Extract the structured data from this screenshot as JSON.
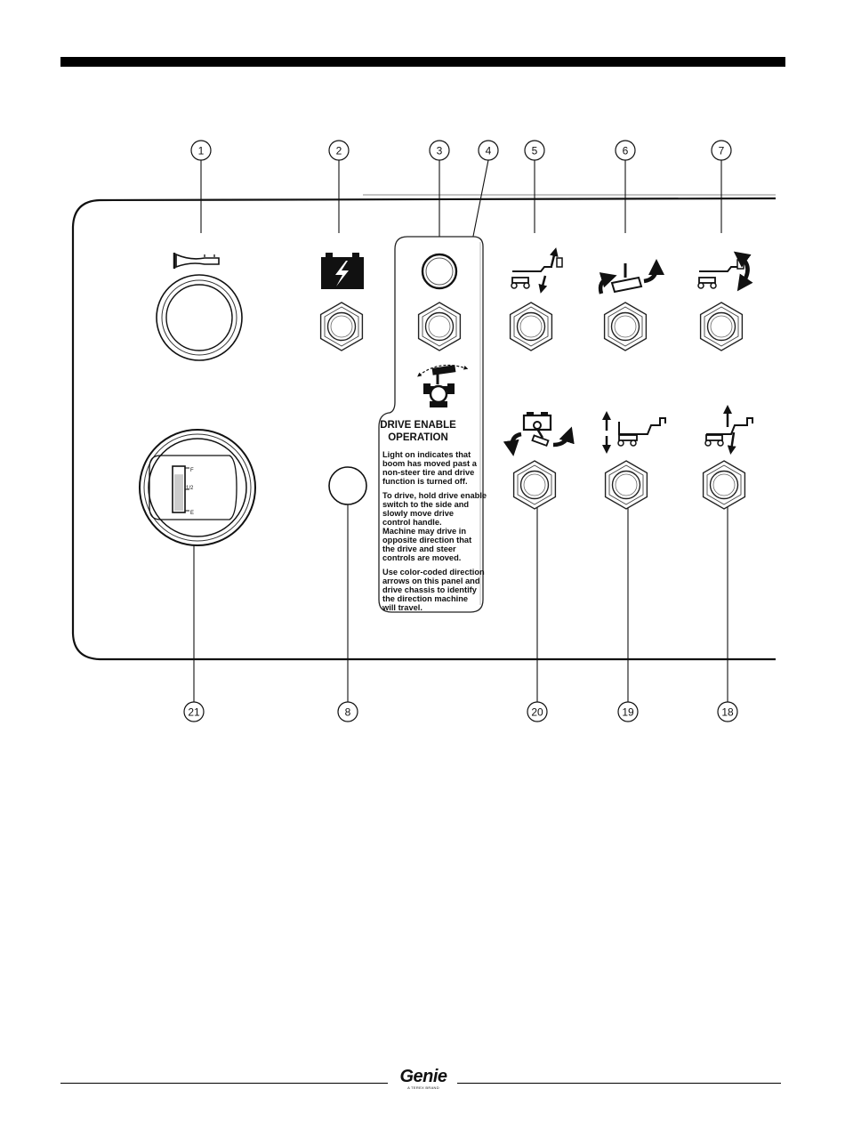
{
  "callouts": [
    "1",
    "2",
    "3",
    "4",
    "5",
    "6",
    "7",
    "8",
    "18",
    "19",
    "20",
    "21"
  ],
  "drive_label": {
    "title_line1": "DRIVE ENABLE",
    "title_line2": "OPERATION",
    "para1": [
      "Light on indicates that",
      "boom has moved past a",
      "non-steer tire and drive",
      "function is turned off."
    ],
    "para2": [
      "To drive, hold drive enable",
      "switch to the side and",
      "slowly move drive",
      "control handle.",
      "Machine may drive in",
      "opposite direction that",
      "the drive and steer",
      "controls are moved."
    ],
    "para3": [
      "Use color-coded direction",
      "arrows on this panel and",
      "drive chassis to identify",
      "the direction machine",
      "will travel."
    ]
  },
  "fuel_gauge": {
    "full": "F",
    "half": "1/2",
    "empty": "E",
    "level": 0.85
  },
  "icons": {
    "horn": "horn-icon",
    "battery": "battery-icon",
    "drive_enable": "drive-enable-icon",
    "primary_boom": "primary-boom-up-down-icon",
    "turntable": "turntable-rotate-icon",
    "jib": "jib-boom-icon",
    "steer": "steer-icon",
    "secondary_boom": "secondary-boom-icon",
    "secondary_boom_2": "secondary-boom-up-down-icon"
  },
  "footer": {
    "brand": "Genie",
    "tagline": "A TEREX BRAND"
  }
}
